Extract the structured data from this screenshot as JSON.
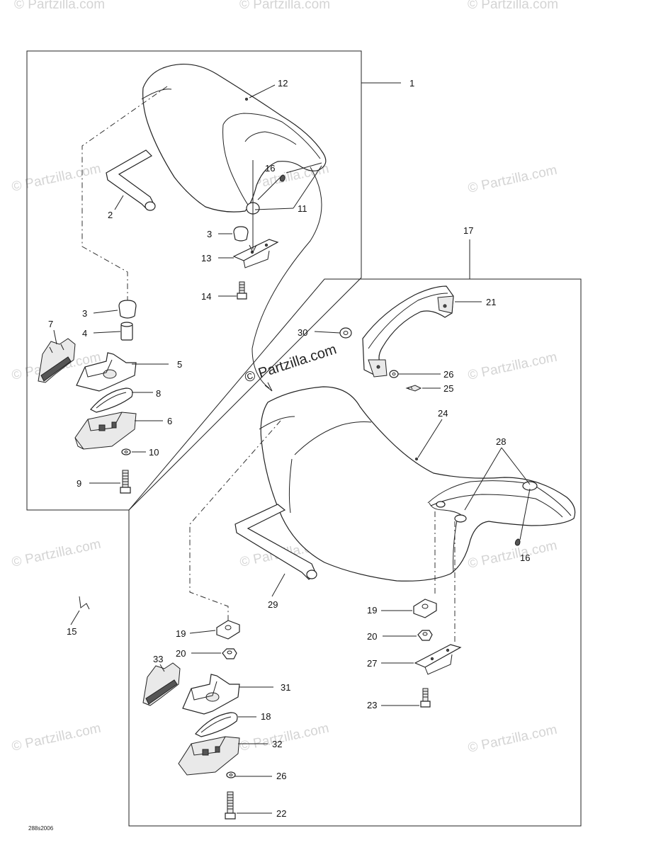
{
  "watermark": {
    "text": "© Partzilla.com",
    "center_text": "© Partzilla.com"
  },
  "diagram_code": "288s2006",
  "callouts": {
    "c1": "1",
    "c2": "2",
    "c3a": "3",
    "c3b": "3",
    "c4": "4",
    "c5": "5",
    "c6": "6",
    "c7": "7",
    "c8": "8",
    "c9": "9",
    "c10": "10",
    "c11": "11",
    "c12": "12",
    "c13": "13",
    "c14": "14",
    "c15": "15",
    "c16a": "16",
    "c16b": "16",
    "c17": "17",
    "c18": "18",
    "c19a": "19",
    "c19b": "19",
    "c20a": "20",
    "c20b": "20",
    "c21": "21",
    "c22": "22",
    "c23": "23",
    "c24": "24",
    "c25": "25",
    "c26a": "26",
    "c26b": "26",
    "c27": "27",
    "c28": "28",
    "c29": "29",
    "c30": "30",
    "c31": "31",
    "c32": "32",
    "c33": "33"
  }
}
